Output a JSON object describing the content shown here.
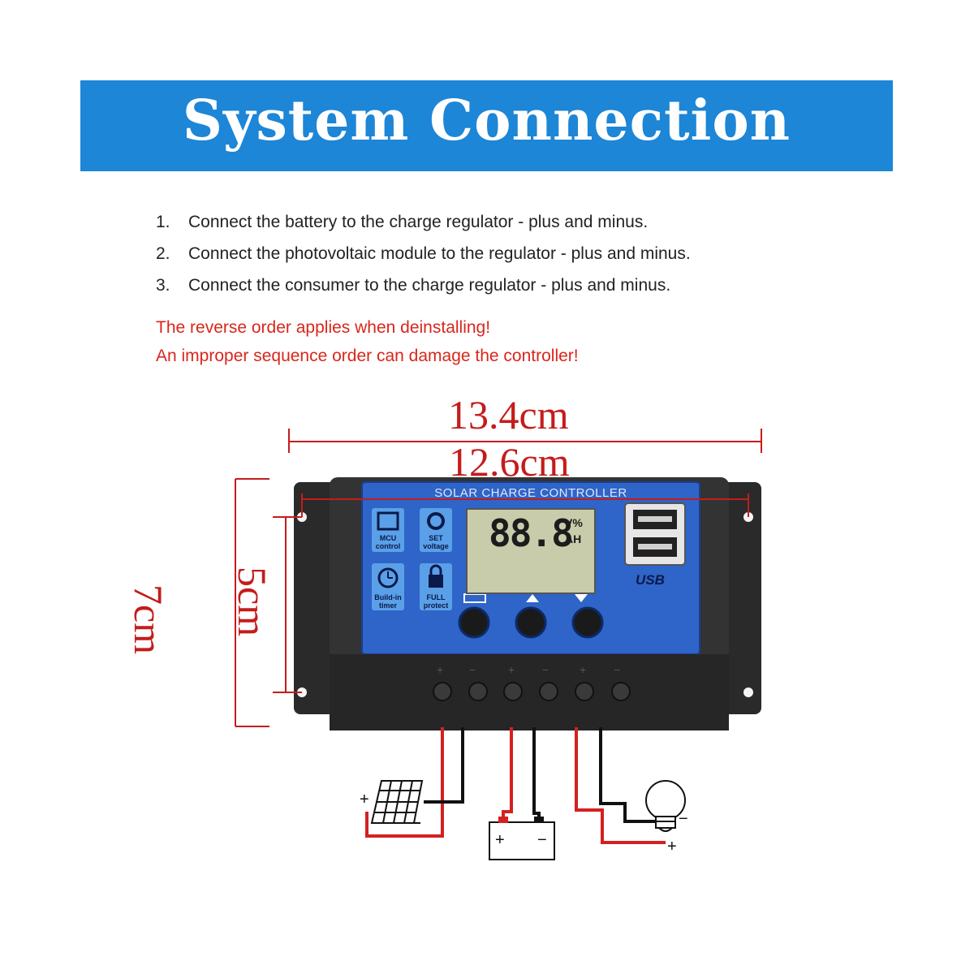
{
  "header": {
    "title": "System Connection"
  },
  "steps": [
    {
      "num": "1.",
      "text": "Connect the battery to the charge regulator - plus and minus."
    },
    {
      "num": "2.",
      "text": "Connect the photovoltaic module to the regulator - plus and minus."
    },
    {
      "num": "3.",
      "text": "Connect the consumer to the charge regulator - plus and minus."
    }
  ],
  "warnings": [
    "The reverse order applies when deinstalling!",
    "An improper sequence order can damage the controller!"
  ],
  "dimensions": {
    "outer_width": "13.4cm",
    "inner_width": "12.6cm",
    "outer_height": "7cm",
    "inner_height": "5cm"
  },
  "controller": {
    "label": "SOLAR CHARGE CONTROLLER",
    "display_value": "88.8",
    "display_unit_top": "V%",
    "display_unit_bottom": "AH",
    "usb_label": "USB",
    "features": [
      {
        "icon": "chip-icon",
        "line1": "MCU",
        "line2": "control"
      },
      {
        "icon": "gear-icon",
        "line1": "SET",
        "line2": "voltage"
      },
      {
        "icon": "clock-icon",
        "line1": "Build-in",
        "line2": "timer"
      },
      {
        "icon": "lock-icon",
        "line1": "FULL",
        "line2": "protect"
      }
    ]
  },
  "wiring": {
    "solar_plus": "+",
    "battery_plus": "+",
    "battery_minus": "−",
    "load_minus": "−",
    "load_plus": "+"
  },
  "colors": {
    "banner": "#1d86d6",
    "warning": "#d9261c",
    "dimension": "#c41c1c",
    "panel_blue": "#2f64c8"
  }
}
